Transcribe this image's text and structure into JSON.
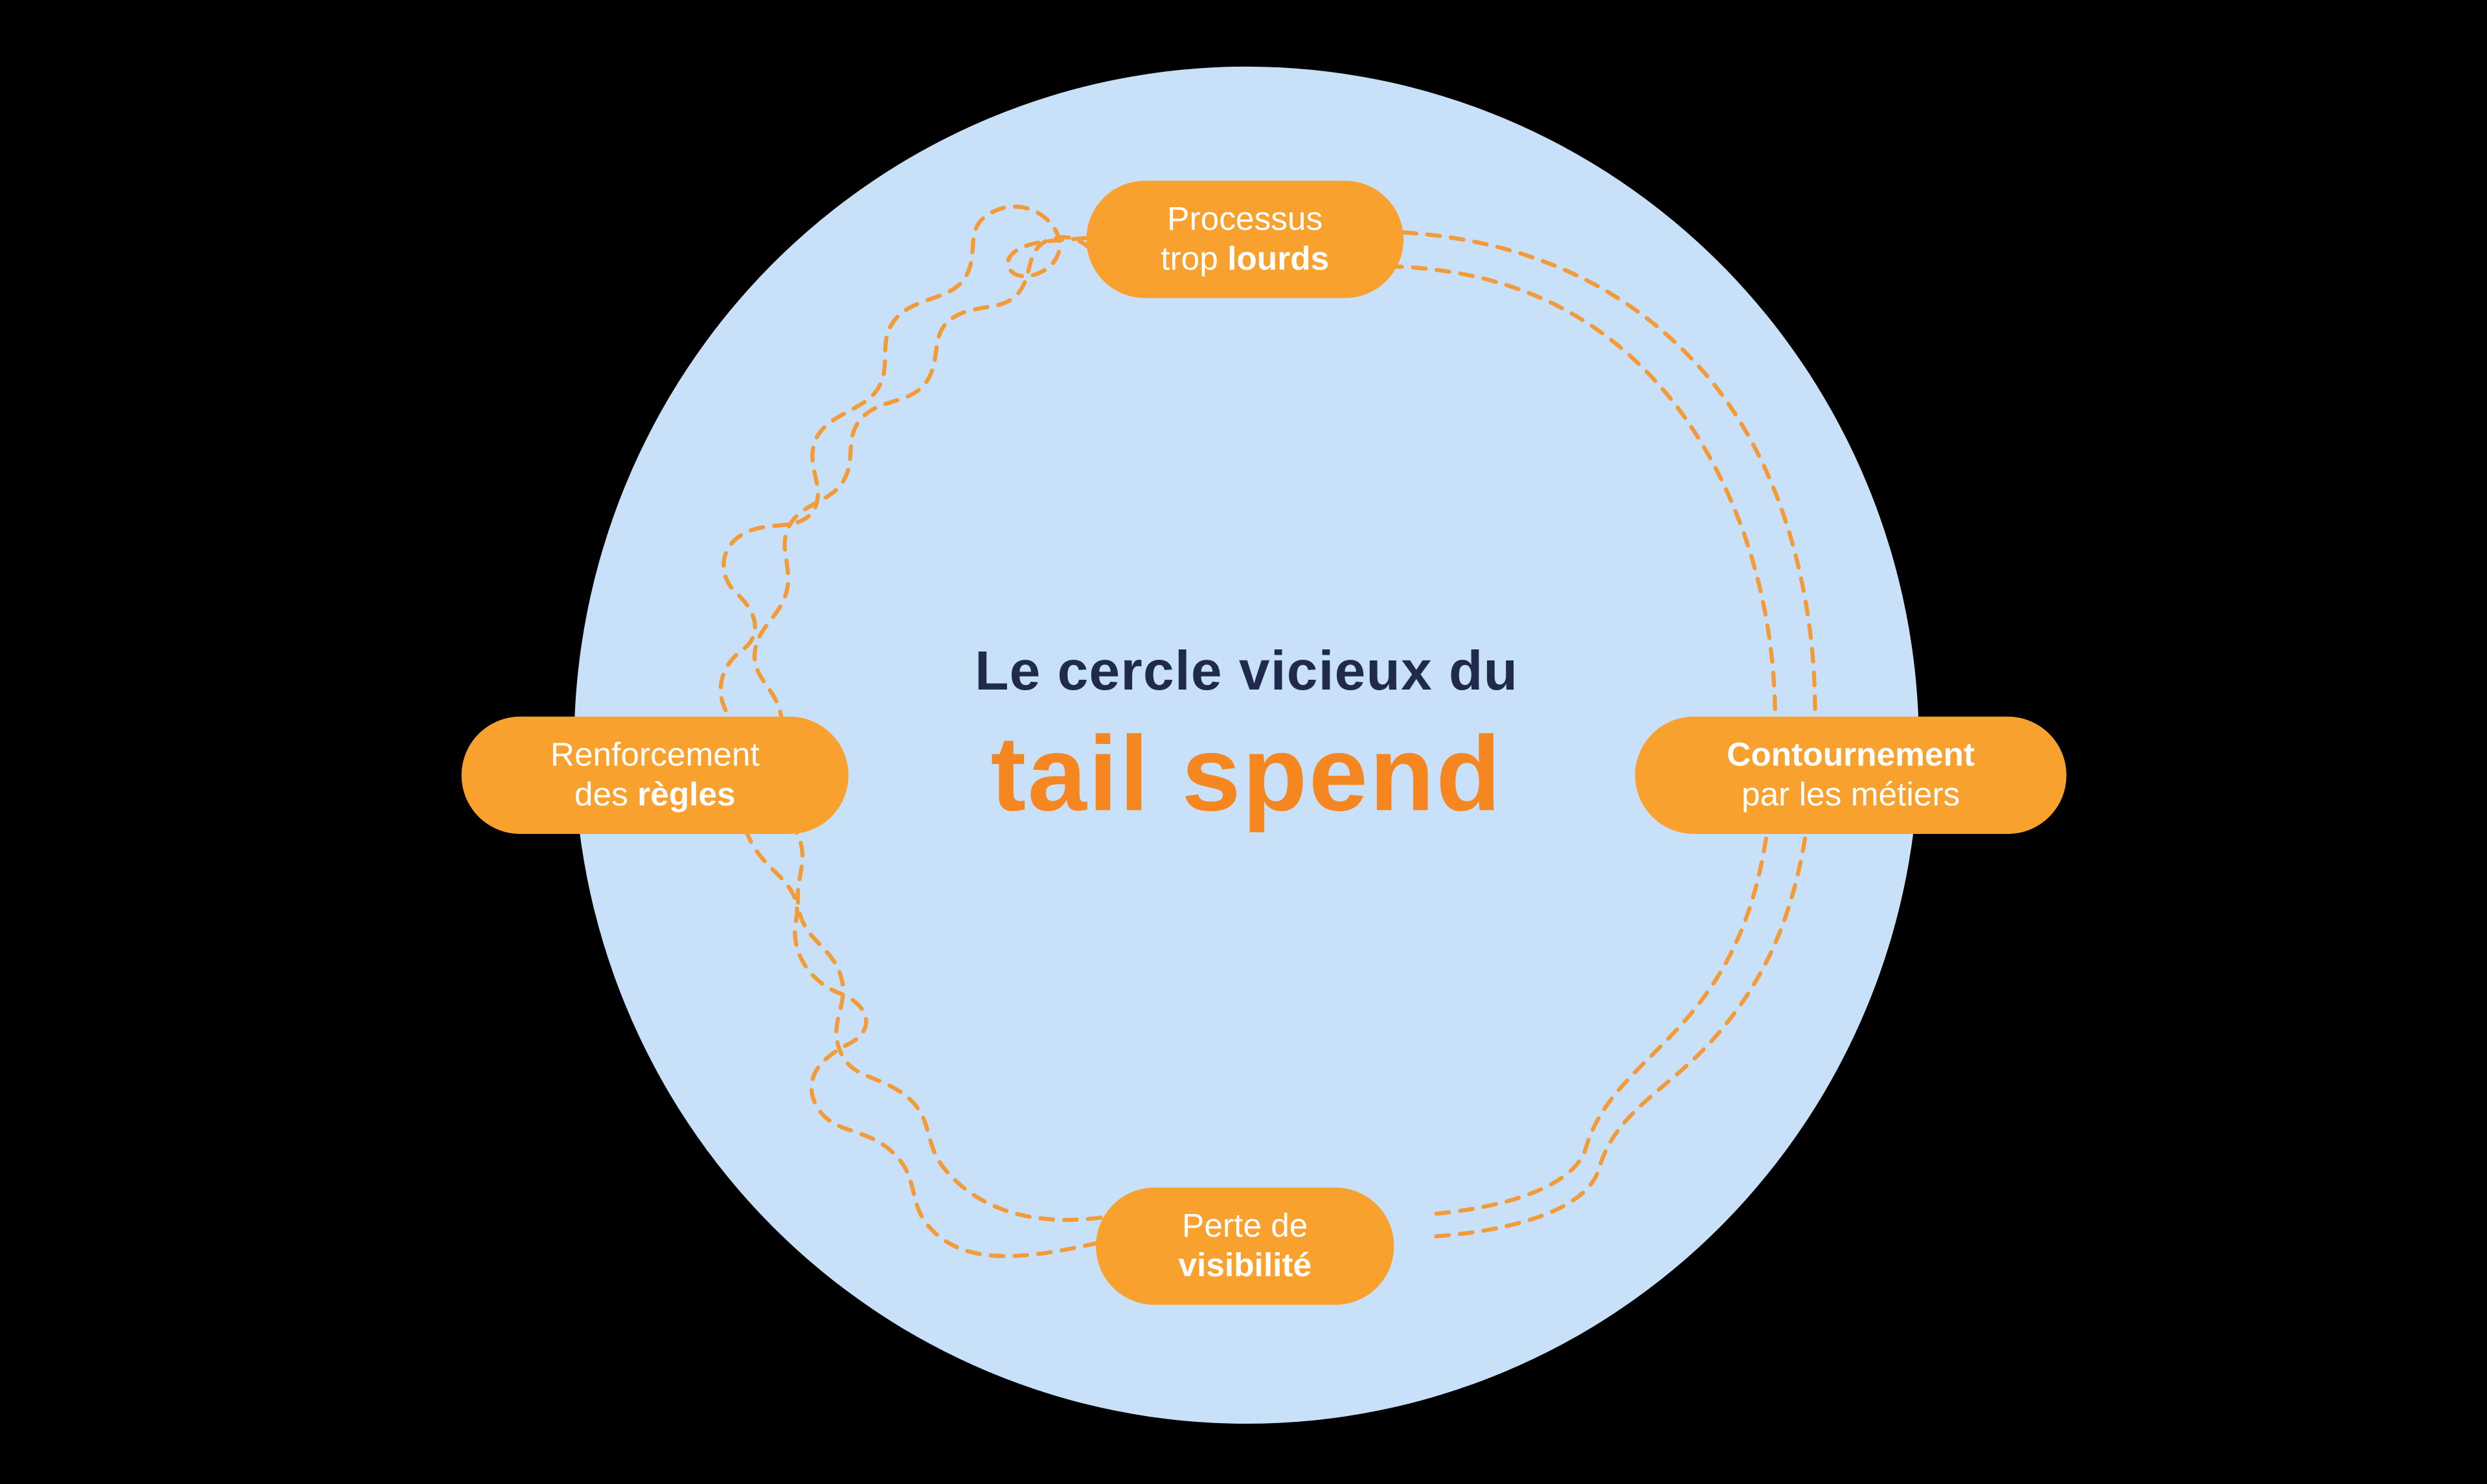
{
  "title": {
    "line1": "Le cercle vicieux du",
    "line2": "tail spend"
  },
  "nodes": {
    "top": {
      "line1": "Processus",
      "line2_regular": "trop ",
      "line2_bold": "lourds"
    },
    "right": {
      "line1_bold": "Contournement",
      "line2": "par les métiers"
    },
    "bottom": {
      "line1": "Perte de",
      "line2_bold": "visibilité"
    },
    "left": {
      "line1": "Renforcement",
      "line2_regular": "des ",
      "line2_bold": "règles"
    }
  },
  "colors": {
    "background": "#000000",
    "circle-blue": "#C8E1F8",
    "pill-orange": "#F9A12F",
    "accent-orange": "#F6861F",
    "dash-orange": "#F29B38",
    "navy": "#1F2A4C",
    "white": "#FFFFFF"
  }
}
